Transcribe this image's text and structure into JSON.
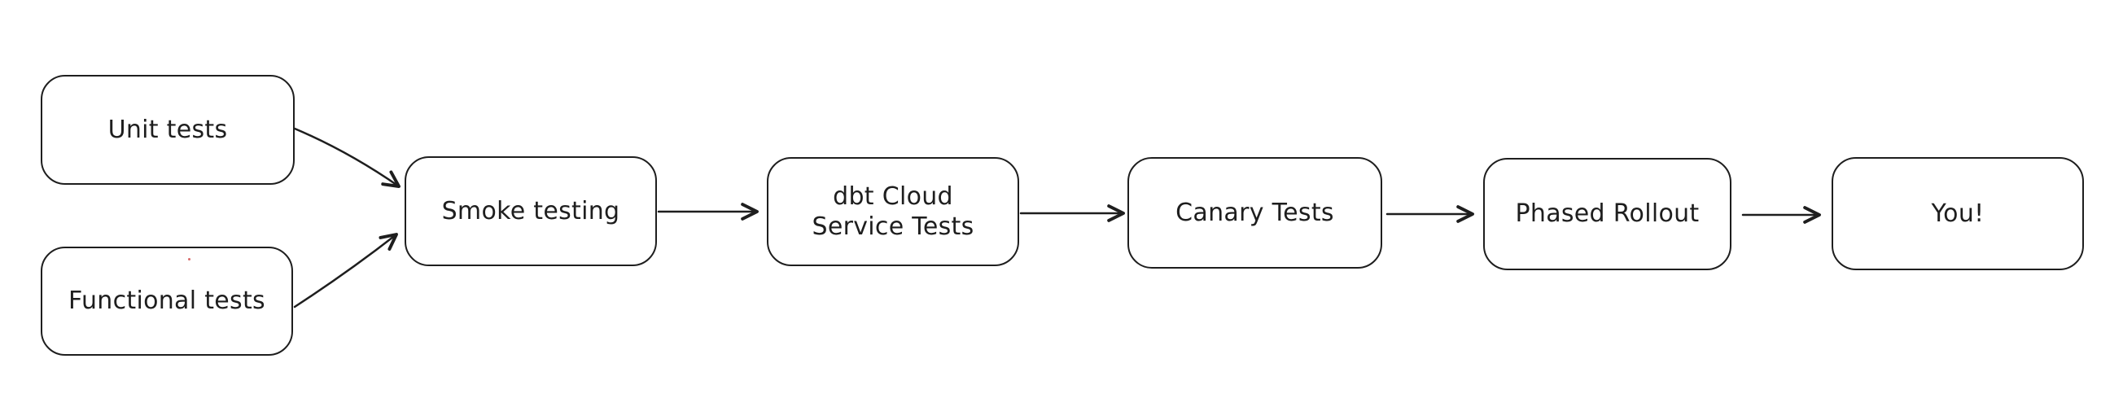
{
  "diagram": {
    "type": "flowchart",
    "direction": "left-to-right",
    "style": "hand-drawn",
    "colors": {
      "background": "#ffffff",
      "stroke": "#1e1e1e",
      "node_fill": "#ffffff",
      "text": "#1e1e1e",
      "stray_dot": "#d96a6a"
    },
    "nodes": [
      {
        "id": "unit-tests",
        "label": "Unit tests"
      },
      {
        "id": "functional-tests",
        "label": "Functional tests"
      },
      {
        "id": "smoke-testing",
        "label": "Smoke testing"
      },
      {
        "id": "dbt-cloud-service-tests",
        "label": "dbt Cloud\nService Tests"
      },
      {
        "id": "canary-tests",
        "label": "Canary Tests"
      },
      {
        "id": "phased-rollout",
        "label": "Phased Rollout"
      },
      {
        "id": "you",
        "label": "You!"
      }
    ],
    "edges": [
      {
        "from": "unit-tests",
        "to": "smoke-testing",
        "style": "arrow"
      },
      {
        "from": "functional-tests",
        "to": "smoke-testing",
        "style": "arrow"
      },
      {
        "from": "smoke-testing",
        "to": "dbt-cloud-service-tests",
        "style": "arrow"
      },
      {
        "from": "dbt-cloud-service-tests",
        "to": "canary-tests",
        "style": "arrow"
      },
      {
        "from": "canary-tests",
        "to": "phased-rollout",
        "style": "arrow"
      },
      {
        "from": "phased-rollout",
        "to": "you",
        "style": "arrow"
      }
    ]
  }
}
